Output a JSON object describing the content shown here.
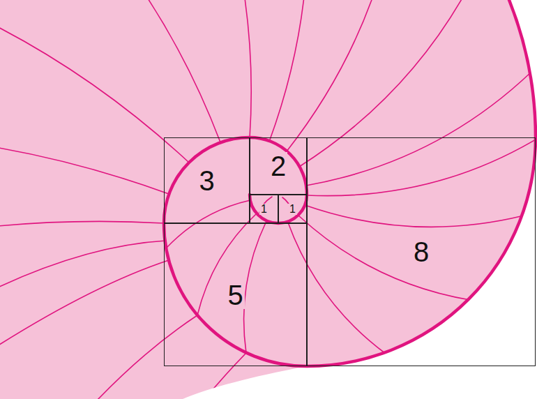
{
  "diagram": {
    "nodes": [
      {
        "text": [
          "3"
        ]
      },
      {
        "text": [
          "2"
        ]
      },
      {
        "text": [
          "1"
        ]
      },
      {
        "text": [
          "1"
        ]
      },
      {
        "text": [
          "5"
        ]
      },
      {
        "text": [
          "8"
        ]
      }
    ]
  }
}
